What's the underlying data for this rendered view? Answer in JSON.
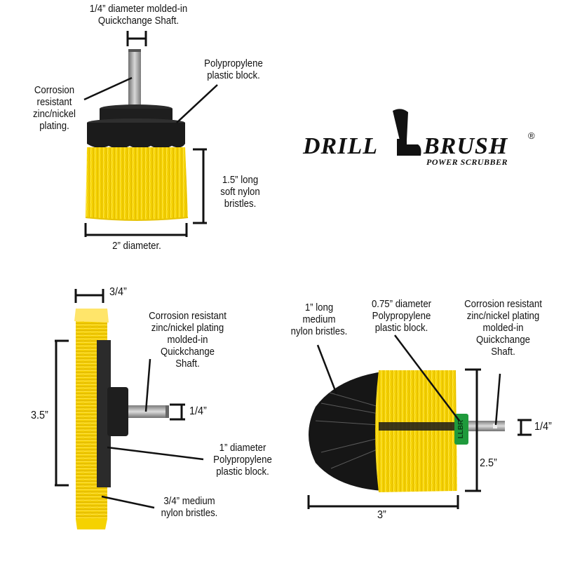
{
  "brand": {
    "word1": "DRILL",
    "word2": "BRUSH",
    "tagline": "POWER SCRUBBER",
    "registered": "®"
  },
  "colors": {
    "bristle_yellow": "#F5D200",
    "bristle_black": "#1a1a1a",
    "block_black": "#222222",
    "shaft_steel": "#9a9a9a",
    "collar_green": "#1f9a3c",
    "ink": "#111111"
  },
  "brush_2in_flat": {
    "labels": {
      "shaft": [
        "1/4” diameter molded-in",
        "Quickchange Shaft."
      ],
      "plating": [
        "Corrosion",
        "resistant",
        "zinc/nickel",
        "plating."
      ],
      "block": [
        "Polypropylene",
        "plastic block."
      ],
      "bristles": [
        "1.5” long",
        "soft nylon",
        "bristles."
      ],
      "diameter": "2” diameter."
    }
  },
  "brush_wheel": {
    "labels": {
      "width": "3/4”",
      "height": "3.5”",
      "shaft_plating": [
        "Corrosion resistant",
        "zinc/nickel plating",
        "molded-in",
        "Quickchange",
        "Shaft."
      ],
      "shaft_size": "1/4”",
      "block": [
        "1” diameter",
        "Polypropylene",
        "plastic block."
      ],
      "bristles": [
        "3/4” medium",
        "nylon bristles."
      ]
    }
  },
  "brush_round": {
    "collar_text": "LLBR",
    "labels": {
      "bristles": [
        "1” long",
        "medium",
        "nylon bristles."
      ],
      "block": [
        "0.75” diameter",
        "Polypropylene",
        "plastic block."
      ],
      "shaft_plating": [
        "Corrosion resistant",
        "zinc/nickel plating",
        "molded-in",
        "Quickchange",
        "Shaft."
      ],
      "shaft_size": "1/4”",
      "height": "2.5”",
      "width": "3”"
    }
  }
}
